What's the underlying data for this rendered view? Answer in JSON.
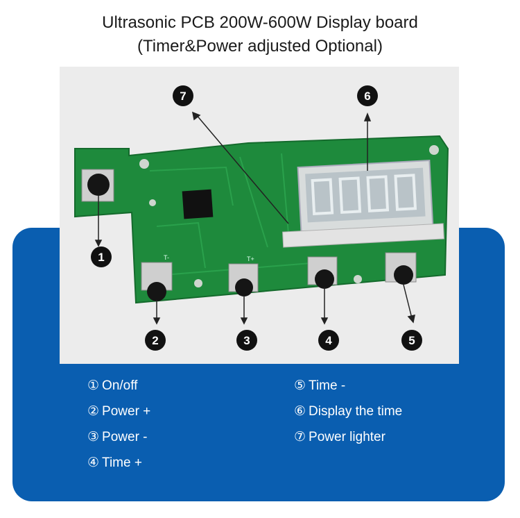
{
  "title_line1": "Ultrasonic PCB 200W-600W Display board",
  "title_line2": "(Timer&Power adjusted Optional)",
  "colors": {
    "panel_blue": "#0a5eb0",
    "pcb_green": "#1e8a3c",
    "marker_black": "#111111",
    "text_white": "#ffffff"
  },
  "callouts": [
    "1",
    "2",
    "3",
    "4",
    "5",
    "6",
    "7"
  ],
  "silkscreen": {
    "t_minus": "T-",
    "t_plus": "T+"
  },
  "legend": {
    "left": [
      {
        "num": "①",
        "label": "On/off"
      },
      {
        "num": "②",
        "label": "Power +"
      },
      {
        "num": "③",
        "label": "Power -"
      },
      {
        "num": "④",
        "label": "Time +"
      }
    ],
    "right": [
      {
        "num": "⑤",
        "label": "Time -"
      },
      {
        "num": "⑥",
        "label": "Display the time"
      },
      {
        "num": "⑦",
        "label": "Power lighter"
      }
    ]
  }
}
